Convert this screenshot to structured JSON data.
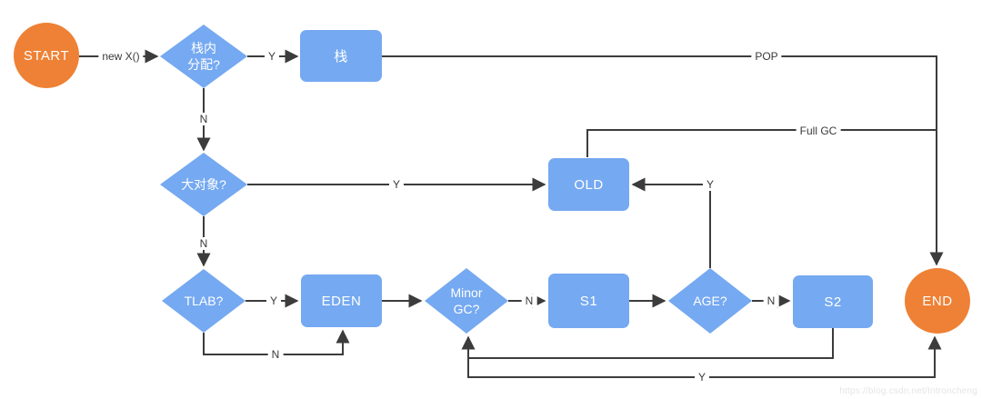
{
  "diagram": {
    "type": "flowchart",
    "topic": "JVM object allocation and garbage collection flow"
  },
  "colors": {
    "node_blue": "#75a9f1",
    "node_orange": "#ee8135",
    "line": "#3c3c3c",
    "edge_label_text": "#3a3a3a"
  },
  "nodes": {
    "start": {
      "label": "START",
      "shape": "circle"
    },
    "stack_alloc": {
      "label": "栈内\n分配?",
      "shape": "diamond"
    },
    "stack": {
      "label": "栈",
      "shape": "rect"
    },
    "big_object": {
      "label": "大对象?",
      "shape": "diamond"
    },
    "old": {
      "label": "OLD",
      "shape": "rect"
    },
    "tlab": {
      "label": "TLAB?",
      "shape": "diamond"
    },
    "eden": {
      "label": "EDEN",
      "shape": "rect"
    },
    "minor_gc": {
      "label": "Minor\nGC?",
      "shape": "diamond"
    },
    "s1": {
      "label": "S1",
      "shape": "rect"
    },
    "age": {
      "label": "AGE?",
      "shape": "diamond"
    },
    "s2": {
      "label": "S2",
      "shape": "rect"
    },
    "end": {
      "label": "END",
      "shape": "circle"
    }
  },
  "edges": [
    {
      "from": "start",
      "to": "stack_alloc",
      "label": "new X()"
    },
    {
      "from": "stack_alloc",
      "to": "stack",
      "label": "Y"
    },
    {
      "from": "stack",
      "to": "end",
      "label": "POP"
    },
    {
      "from": "old",
      "to": "end",
      "label": "Full GC"
    },
    {
      "from": "stack_alloc",
      "to": "big_object",
      "label": "N"
    },
    {
      "from": "big_object",
      "to": "old",
      "label": "Y"
    },
    {
      "from": "big_object",
      "to": "tlab",
      "label": "N"
    },
    {
      "from": "tlab",
      "to": "eden",
      "label": "Y"
    },
    {
      "from": "tlab",
      "to": "eden",
      "label": "N"
    },
    {
      "from": "eden",
      "to": "minor_gc",
      "label": ""
    },
    {
      "from": "minor_gc",
      "to": "s1",
      "label": "N"
    },
    {
      "from": "s1",
      "to": "age",
      "label": ""
    },
    {
      "from": "age",
      "to": "s2",
      "label": "N"
    },
    {
      "from": "age",
      "to": "old",
      "label": "Y"
    },
    {
      "from": "s2",
      "to": "minor_gc",
      "label": ""
    },
    {
      "from": "minor_gc",
      "to": "end",
      "label": "Y"
    }
  ],
  "watermark": "https://blog.csdn.net/Introncheng"
}
